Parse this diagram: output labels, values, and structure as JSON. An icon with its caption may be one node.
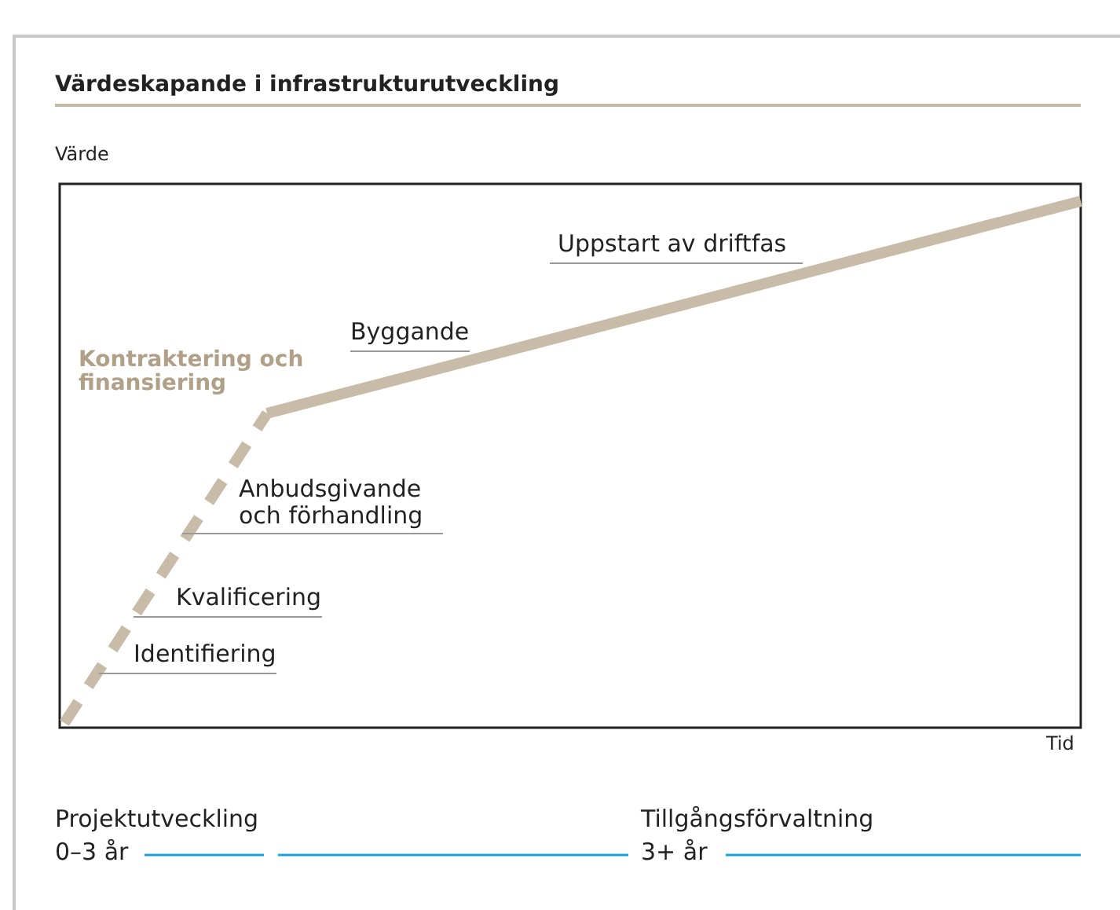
{
  "diagram": {
    "title": "Värdeskapande i infrastrukturutveckling",
    "labels": [
      "Värde",
      "Uppstart av driftfas",
      "Byggande",
      "Kontraktering och finansiering",
      "Anbudsgivande och förhandling",
      "Kvalificering",
      "Identifiering",
      "Tid",
      "Projektutveckling",
      "0–3 år",
      "Tillgångsförvaltning",
      "3+ år"
    ]
  }
}
